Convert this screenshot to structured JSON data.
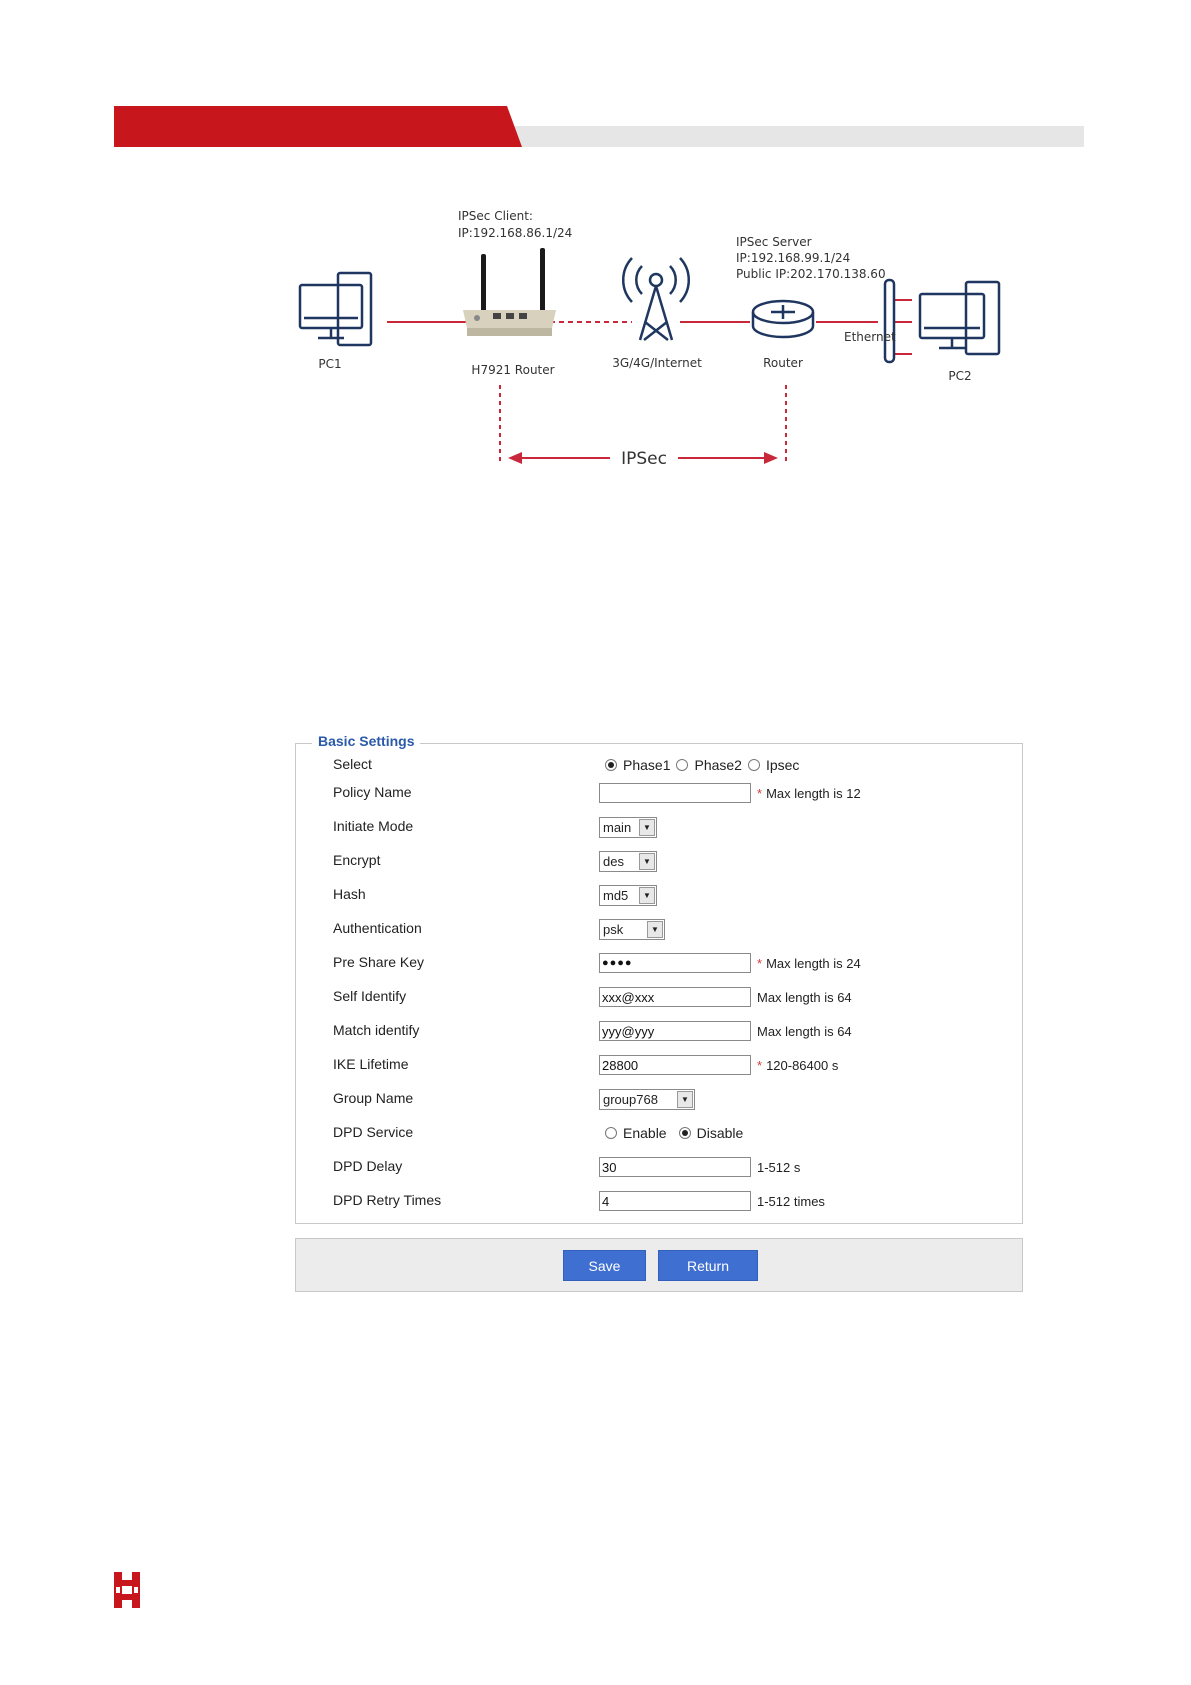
{
  "colors": {
    "brand_red": "#c8161d",
    "banner_grey": "#e6e6e6",
    "link_red": "#c8283a",
    "button_blue": "#3f6fd1",
    "legend_blue": "#2b5aa8"
  },
  "diagram": {
    "client_title": "IPSec Client:",
    "client_ip": "IP:192.168.86.1/24",
    "server_title": "IPSec Server",
    "server_ip": "IP:192.168.99.1/24",
    "server_public_ip": "Public IP:202.170.138.60",
    "pc1": "PC1",
    "router_h7921": "H7921 Router",
    "internet": "3G/4G/Internet",
    "router": "Router",
    "ethernet": "Ethernet",
    "pc2": "PC2",
    "tunnel": "IPSec"
  },
  "settings": {
    "legend": "Basic Settings",
    "select": {
      "label": "Select",
      "options": [
        "Phase1",
        "Phase2",
        "Ipsec"
      ],
      "selected": "Phase1"
    },
    "policy_name": {
      "label": "Policy Name",
      "value": "",
      "hint": "Max length is 12",
      "required": "*"
    },
    "initiate_mode": {
      "label": "Initiate Mode",
      "value": "main"
    },
    "encrypt": {
      "label": "Encrypt",
      "value": "des"
    },
    "hash": {
      "label": "Hash",
      "value": "md5"
    },
    "authentication": {
      "label": "Authentication",
      "value": "psk"
    },
    "pre_share_key": {
      "label": "Pre Share Key",
      "value": "●●●●",
      "hint": "Max length is 24",
      "required": "*"
    },
    "self_identify": {
      "label": "Self Identify",
      "value": "xxx@xxx",
      "hint": "Max length is 64"
    },
    "match_identify": {
      "label": "Match identify",
      "value": "yyy@yyy",
      "hint": "Max length is 64"
    },
    "ike_lifetime": {
      "label": "IKE Lifetime",
      "value": "28800",
      "hint": "120-86400 s",
      "required": "*"
    },
    "group_name": {
      "label": "Group Name",
      "value": "group768"
    },
    "dpd_service": {
      "label": "DPD Service",
      "options": [
        "Enable",
        "Disable"
      ],
      "selected": "Disable"
    },
    "dpd_delay": {
      "label": "DPD Delay",
      "value": "30",
      "hint": "1-512 s"
    },
    "dpd_retry": {
      "label": "DPD Retry Times",
      "value": "4",
      "hint": "1-512 times"
    }
  },
  "buttons": {
    "save": "Save",
    "return": "Return"
  }
}
